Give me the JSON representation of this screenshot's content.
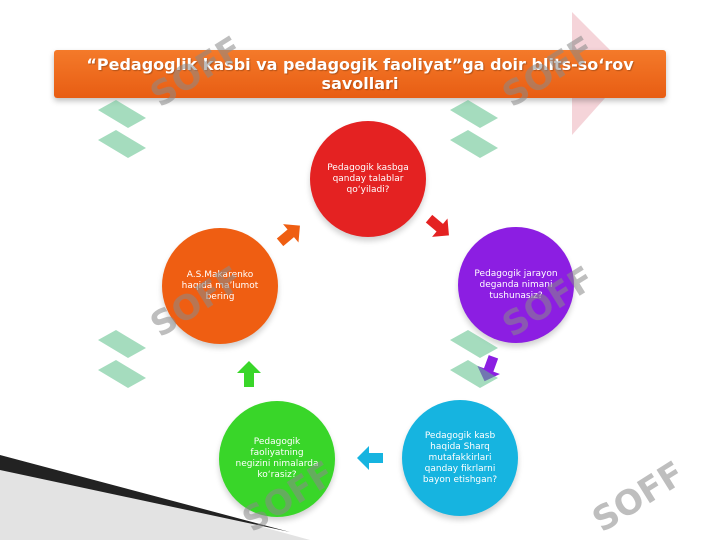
{
  "slide": {
    "title": "“Pedagoglik kasbi va pedagogik faoliyat”ga doir blits-so‘rov savollari"
  },
  "cycle": {
    "steps": [
      {
        "text": "Pedagogik kasbga qanday talablar qo‘yiladi?",
        "color": "#e42222"
      },
      {
        "text": "Pedagogik jarayon deganda nimani tushunasiz?",
        "color": "#8c1ee2"
      },
      {
        "text": "Pedagogik kasb haqida Sharq mutafakkirlari qanday fikrlarni bayon etishgan?",
        "color": "#16b4e0"
      },
      {
        "text": "Pedagogik faoliyatning negizini nimalarda ko‘rasiz?",
        "color": "#39d629"
      },
      {
        "text": "A.S.Makarenko haqida ma’lumot bering",
        "color": "#ef5e12"
      }
    ],
    "arrow_colors": [
      "#e42222",
      "#8c1ee2",
      "#16b4e0",
      "#39d629",
      "#ef5e12"
    ]
  },
  "watermark": {
    "text": "SOFF",
    "color": "#5cc08a"
  }
}
